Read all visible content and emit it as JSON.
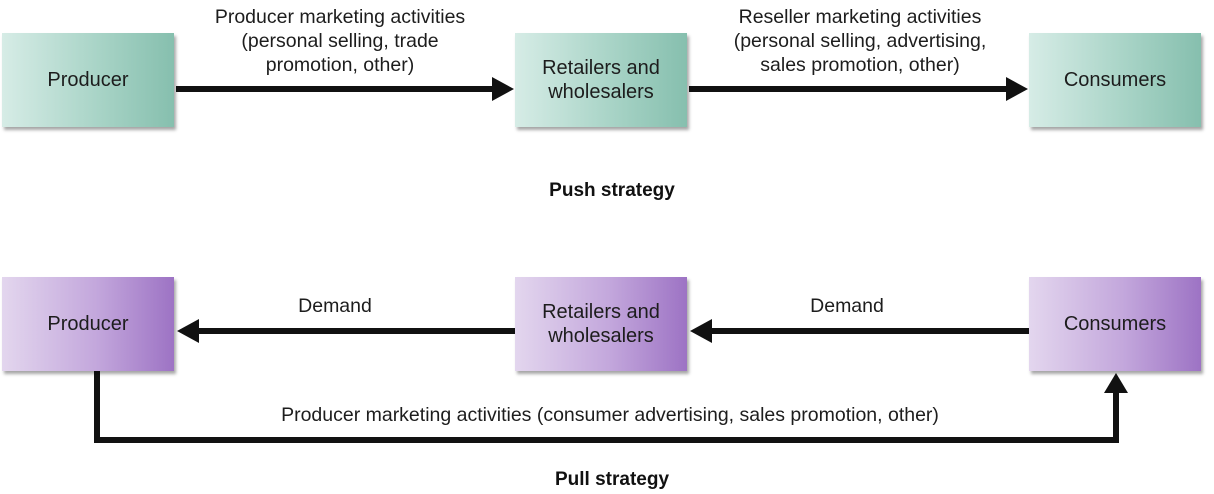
{
  "push": {
    "title": "Push strategy",
    "producer": "Producer",
    "resellers": "Retailers and\nwholesalers",
    "consumers": "Consumers",
    "producer_activities": "Producer marketing activities\n(personal selling, trade\npromotion, other)",
    "reseller_activities": "Reseller marketing activities\n(personal selling, advertising,\nsales promotion, other)"
  },
  "pull": {
    "title": "Pull strategy",
    "producer": "Producer",
    "resellers": "Retailers and\nwholesalers",
    "consumers": "Consumers",
    "demand_left": "Demand",
    "demand_right": "Demand",
    "producer_activities": "Producer marketing activities (consumer advertising, sales promotion, other)"
  },
  "colors": {
    "push_box": "#a9d4c7",
    "pull_box": "#c3a7dc",
    "arrow": "#111111"
  }
}
